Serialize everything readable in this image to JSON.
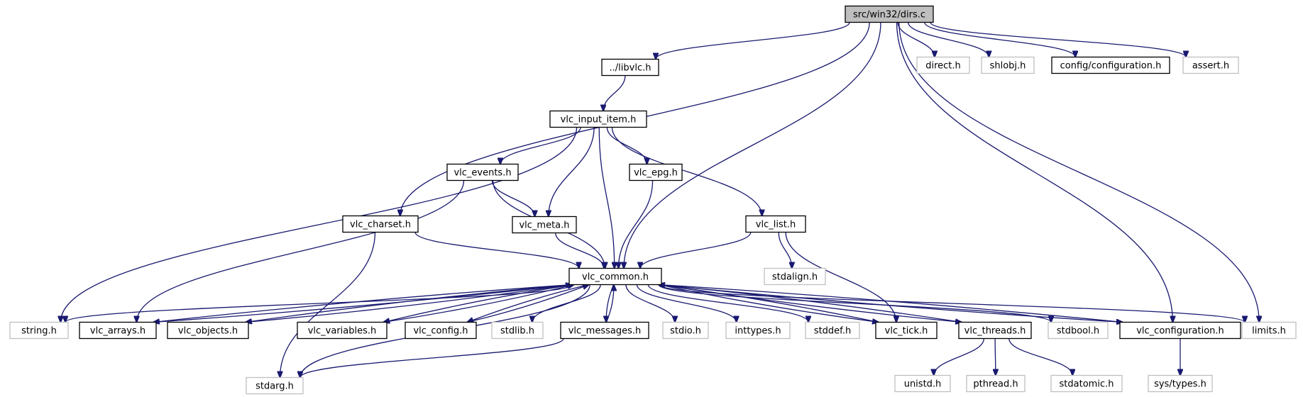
{
  "graph": {
    "nodes": [
      {
        "id": "root",
        "label": "src/win32/dirs.c",
        "kind": "root"
      },
      {
        "id": "libvlc",
        "label": "../libvlc.h",
        "kind": "doc"
      },
      {
        "id": "direct",
        "label": "direct.h",
        "kind": "sys"
      },
      {
        "id": "shlobj",
        "label": "shlobj.h",
        "kind": "sys"
      },
      {
        "id": "configconf",
        "label": "config/configuration.h",
        "kind": "doc"
      },
      {
        "id": "assert",
        "label": "assert.h",
        "kind": "sys"
      },
      {
        "id": "inputitem",
        "label": "vlc_input_item.h",
        "kind": "doc"
      },
      {
        "id": "events",
        "label": "vlc_events.h",
        "kind": "doc"
      },
      {
        "id": "epg",
        "label": "vlc_epg.h",
        "kind": "doc"
      },
      {
        "id": "charset",
        "label": "vlc_charset.h",
        "kind": "doc"
      },
      {
        "id": "meta",
        "label": "vlc_meta.h",
        "kind": "doc"
      },
      {
        "id": "list",
        "label": "vlc_list.h",
        "kind": "doc"
      },
      {
        "id": "common",
        "label": "vlc_common.h",
        "kind": "doc"
      },
      {
        "id": "stdalign",
        "label": "stdalign.h",
        "kind": "sys"
      },
      {
        "id": "string",
        "label": "string.h",
        "kind": "sys"
      },
      {
        "id": "arrays",
        "label": "vlc_arrays.h",
        "kind": "doc"
      },
      {
        "id": "objects",
        "label": "vlc_objects.h",
        "kind": "doc"
      },
      {
        "id": "variables",
        "label": "vlc_variables.h",
        "kind": "doc"
      },
      {
        "id": "config",
        "label": "vlc_config.h",
        "kind": "doc"
      },
      {
        "id": "stdlib",
        "label": "stdlib.h",
        "kind": "sys"
      },
      {
        "id": "messages",
        "label": "vlc_messages.h",
        "kind": "doc"
      },
      {
        "id": "stdio",
        "label": "stdio.h",
        "kind": "sys"
      },
      {
        "id": "inttypes",
        "label": "inttypes.h",
        "kind": "sys"
      },
      {
        "id": "stddef",
        "label": "stddef.h",
        "kind": "sys"
      },
      {
        "id": "tick",
        "label": "vlc_tick.h",
        "kind": "doc"
      },
      {
        "id": "threads",
        "label": "vlc_threads.h",
        "kind": "doc"
      },
      {
        "id": "stdbool",
        "label": "stdbool.h",
        "kind": "sys"
      },
      {
        "id": "configuration",
        "label": "vlc_configuration.h",
        "kind": "doc"
      },
      {
        "id": "limits",
        "label": "limits.h",
        "kind": "sys"
      },
      {
        "id": "stdarg",
        "label": "stdarg.h",
        "kind": "sys"
      },
      {
        "id": "unistd",
        "label": "unistd.h",
        "kind": "sys"
      },
      {
        "id": "pthread",
        "label": "pthread.h",
        "kind": "sys"
      },
      {
        "id": "stdatomic",
        "label": "stdatomic.h",
        "kind": "sys"
      },
      {
        "id": "systypes",
        "label": "sys/types.h",
        "kind": "sys"
      }
    ],
    "edges": [
      [
        "root",
        "libvlc"
      ],
      [
        "root",
        "direct"
      ],
      [
        "root",
        "shlobj"
      ],
      [
        "root",
        "configconf"
      ],
      [
        "root",
        "assert"
      ],
      [
        "root",
        "charset"
      ],
      [
        "root",
        "common"
      ],
      [
        "root",
        "configuration"
      ],
      [
        "root",
        "limits"
      ],
      [
        "libvlc",
        "inputitem"
      ],
      [
        "inputitem",
        "events"
      ],
      [
        "inputitem",
        "epg"
      ],
      [
        "inputitem",
        "meta"
      ],
      [
        "inputitem",
        "list"
      ],
      [
        "inputitem",
        "common"
      ],
      [
        "inputitem",
        "string"
      ],
      [
        "events",
        "meta"
      ],
      [
        "events",
        "common"
      ],
      [
        "events",
        "arrays"
      ],
      [
        "epg",
        "common"
      ],
      [
        "charset",
        "common"
      ],
      [
        "charset",
        "stdarg"
      ],
      [
        "meta",
        "common"
      ],
      [
        "list",
        "common"
      ],
      [
        "list",
        "stdalign"
      ],
      [
        "list",
        "tick"
      ],
      [
        "common",
        "string"
      ],
      [
        "common",
        "arrays"
      ],
      [
        "common",
        "objects"
      ],
      [
        "common",
        "variables"
      ],
      [
        "common",
        "config"
      ],
      [
        "common",
        "stdlib"
      ],
      [
        "common",
        "messages"
      ],
      [
        "common",
        "stdio"
      ],
      [
        "common",
        "inttypes"
      ],
      [
        "common",
        "stddef"
      ],
      [
        "common",
        "tick"
      ],
      [
        "common",
        "threads"
      ],
      [
        "common",
        "stdbool"
      ],
      [
        "common",
        "configuration"
      ],
      [
        "common",
        "limits"
      ],
      [
        "common",
        "stdarg"
      ],
      [
        "arrays",
        "common"
      ],
      [
        "objects",
        "common"
      ],
      [
        "variables",
        "common"
      ],
      [
        "config",
        "common"
      ],
      [
        "messages",
        "common"
      ],
      [
        "tick",
        "common"
      ],
      [
        "threads",
        "common"
      ],
      [
        "configuration",
        "common"
      ],
      [
        "messages",
        "stdarg"
      ],
      [
        "threads",
        "unistd"
      ],
      [
        "threads",
        "pthread"
      ],
      [
        "threads",
        "stdatomic"
      ],
      [
        "configuration",
        "systypes"
      ]
    ]
  }
}
